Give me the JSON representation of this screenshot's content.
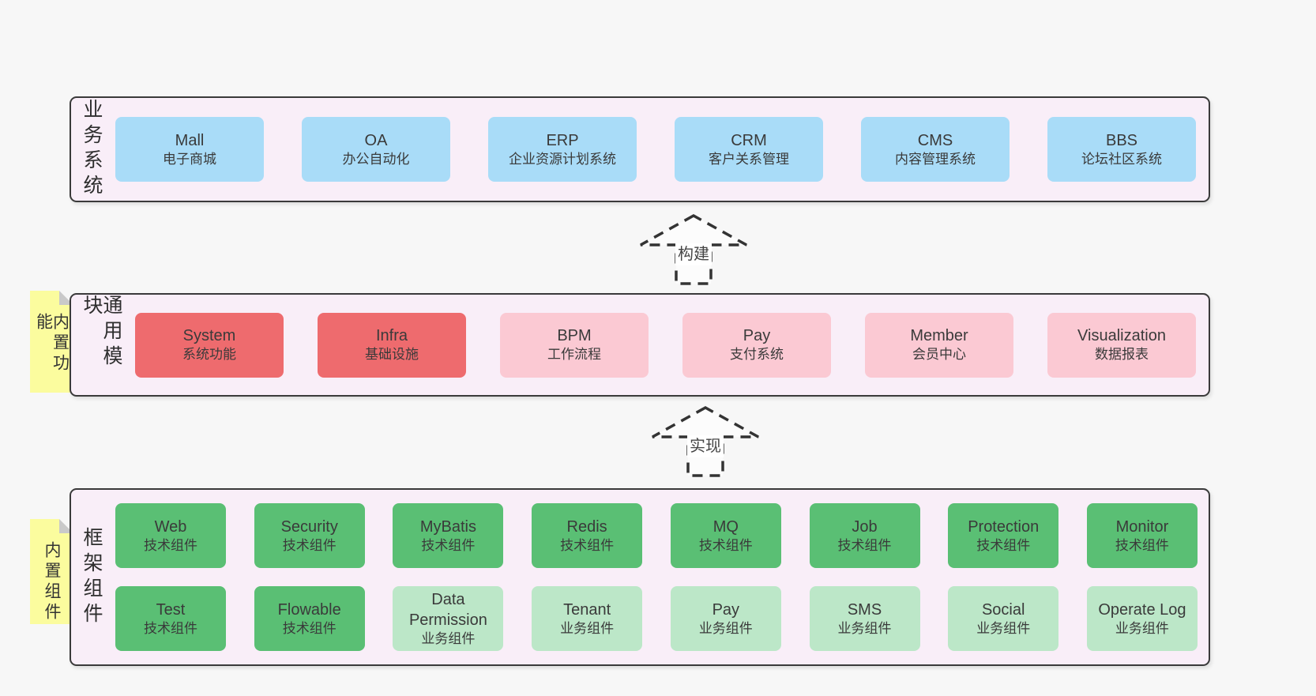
{
  "colors": {
    "page-bg": "#f7f7f7",
    "band-bg": "#f9eef8",
    "band-border": "#3a3a3a",
    "blue": "#a9dcf8",
    "red": "#ee6b6e",
    "pink": "#fbc9d3",
    "green": "#5abf74",
    "green-light": "#bce7c8",
    "note-yellow": "#fbfc9e",
    "note-fold": "#c9c9c9",
    "arrow-line": "#333333"
  },
  "arrows": [
    {
      "label": "构建"
    },
    {
      "label": "实现"
    }
  ],
  "bands": [
    {
      "id": "business-systems",
      "side_label": "业务系统",
      "boxes": [
        {
          "name": "Mall",
          "desc": "电子商城",
          "color": "blue"
        },
        {
          "name": "OA",
          "desc": "办公自动化",
          "color": "blue"
        },
        {
          "name": "ERP",
          "desc": "企业资源计划系统",
          "color": "blue"
        },
        {
          "name": "CRM",
          "desc": "客户关系管理",
          "color": "blue"
        },
        {
          "name": "CMS",
          "desc": "内容管理系统",
          "color": "blue"
        },
        {
          "name": "BBS",
          "desc": "论坛社区系统",
          "color": "blue"
        }
      ]
    },
    {
      "id": "common-modules",
      "side_label": "通用模块",
      "note": "内置功能",
      "boxes": [
        {
          "name": "System",
          "desc": "系统功能",
          "color": "red"
        },
        {
          "name": "Infra",
          "desc": "基础设施",
          "color": "red"
        },
        {
          "name": "BPM",
          "desc": "工作流程",
          "color": "pink"
        },
        {
          "name": "Pay",
          "desc": "支付系统",
          "color": "pink"
        },
        {
          "name": "Member",
          "desc": "会员中心",
          "color": "pink"
        },
        {
          "name": "Visualization",
          "desc": "数据报表",
          "color": "pink"
        }
      ]
    },
    {
      "id": "framework-components",
      "side_label": "框架组件",
      "note": "内置组件",
      "rows": [
        [
          {
            "name": "Web",
            "desc": "技术组件",
            "color": "green"
          },
          {
            "name": "Security",
            "desc": "技术组件",
            "color": "green"
          },
          {
            "name": "MyBatis",
            "desc": "技术组件",
            "color": "green"
          },
          {
            "name": "Redis",
            "desc": "技术组件",
            "color": "green"
          },
          {
            "name": "MQ",
            "desc": "技术组件",
            "color": "green"
          },
          {
            "name": "Job",
            "desc": "技术组件",
            "color": "green"
          },
          {
            "name": "Protection",
            "desc": "技术组件",
            "color": "green"
          },
          {
            "name": "Monitor",
            "desc": "技术组件",
            "color": "green"
          }
        ],
        [
          {
            "name": "Test",
            "desc": "技术组件",
            "color": "green"
          },
          {
            "name": "Flowable",
            "desc": "技术组件",
            "color": "green"
          },
          {
            "name": "Data Permission",
            "desc": "业务组件",
            "color": "green-light"
          },
          {
            "name": "Tenant",
            "desc": "业务组件",
            "color": "green-light"
          },
          {
            "name": "Pay",
            "desc": "业务组件",
            "color": "green-light"
          },
          {
            "name": "SMS",
            "desc": "业务组件",
            "color": "green-light"
          },
          {
            "name": "Social",
            "desc": "业务组件",
            "color": "green-light"
          },
          {
            "name": "Operate Log",
            "desc": "业务组件",
            "color": "green-light"
          }
        ]
      ]
    }
  ]
}
